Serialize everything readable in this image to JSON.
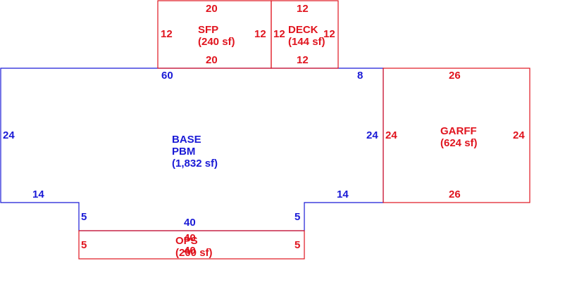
{
  "colors": {
    "base": "#1a1ad6",
    "addition": "#e0141e"
  },
  "areas": {
    "base": {
      "name": "BASE",
      "subname": "PBM",
      "area": "(1,832 sf)",
      "dims": {
        "top": "60",
        "top_right": "8",
        "left": "24",
        "right": "24",
        "bottom_left": "14",
        "bottom_right": "14",
        "notch_left": "5",
        "notch_right": "5",
        "notch_bottom": "40"
      }
    },
    "sfp": {
      "name": "SFP",
      "area": "(240 sf)",
      "dims": {
        "top": "20",
        "bottom": "20",
        "left": "12",
        "right": "12"
      }
    },
    "deck": {
      "name": "DECK",
      "area": "(144 sf)",
      "dims": {
        "top": "12",
        "bottom": "12",
        "left": "12",
        "right": "12"
      }
    },
    "garff": {
      "name": "GARFF",
      "area": "(624 sf)",
      "dims": {
        "top": "26",
        "bottom": "26",
        "left": "24",
        "right": "24"
      }
    },
    "ops": {
      "name": "OPS",
      "area": "(200 sf)",
      "dims": {
        "top": "40",
        "bottom": "40",
        "left": "5",
        "right": "5"
      }
    }
  }
}
